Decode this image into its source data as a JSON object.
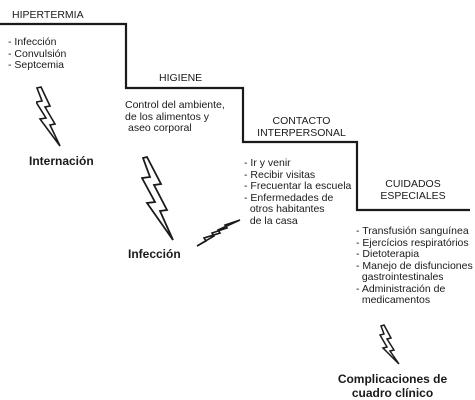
{
  "steps": [
    {
      "heading": "HIPERTERMIA",
      "items": [
        "- Infección",
        "- Convulsión",
        "- Septcemia"
      ],
      "outcome": "Internación"
    },
    {
      "heading": "HIGIENE",
      "description": [
        "Control del ambiente,",
        "de los alimentos y",
        "aseo corporal"
      ]
    },
    {
      "heading_lines": [
        "CONTACTO",
        "INTERPERSONAL"
      ],
      "items": [
        "- Ir y venir",
        "- Recibir visitas",
        "- Frecuentar la escuela",
        "- Enfermedades de",
        "  otros habitantes",
        "  de la casa"
      ],
      "outcome": "Infección"
    },
    {
      "heading_lines": [
        "CUIDADOS",
        "ESPECIALES"
      ],
      "items": [
        "- Transfusión sanguínea",
        "- Ejercícios respiratórios",
        "- Dietoterapia",
        "- Manejo de disfunciones",
        "  gastrointestinales",
        "- Administración de",
        "  medicamentos"
      ],
      "outcome_lines": [
        "Complicaciones de",
        "cuadro clínico"
      ]
    }
  ],
  "icons": [
    "lightning-bolt-icon",
    "lightning-bolt-icon",
    "lightning-bolt-icon",
    "lightning-bolt-icon"
  ]
}
